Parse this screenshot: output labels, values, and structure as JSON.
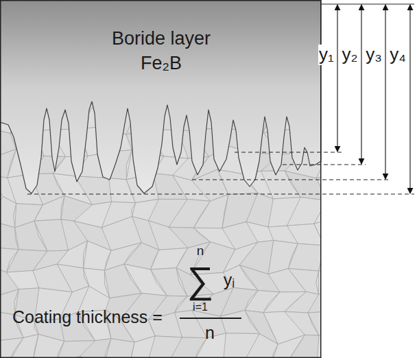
{
  "diagram": {
    "nodes": [
      {
        "text": [
          "Boride layer",
          "Fe₂B"
        ]
      }
    ],
    "labels": [
      "y₁",
      "y₂",
      "y₃",
      "y₄",
      "Coating thickness =",
      "n",
      "∑",
      "yᵢ",
      "i=1",
      "n"
    ]
  }
}
